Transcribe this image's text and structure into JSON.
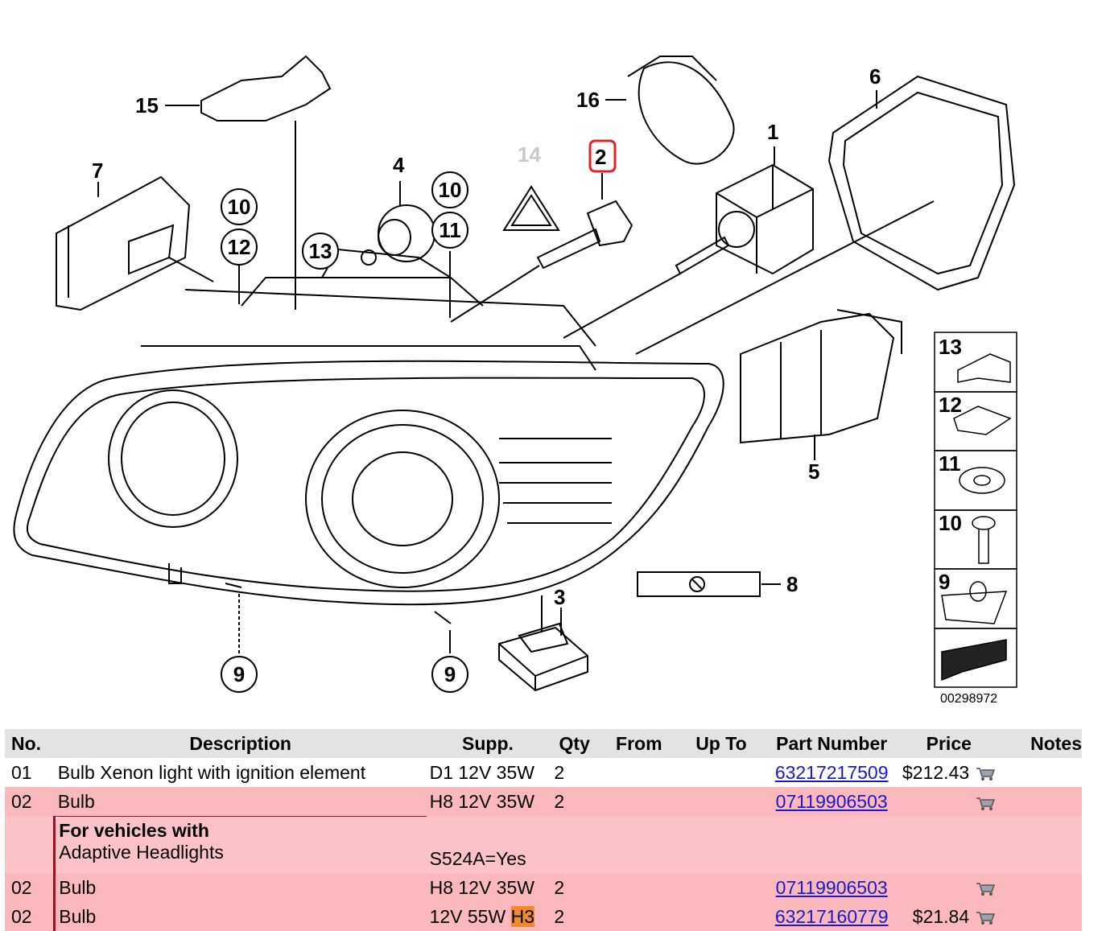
{
  "diagram": {
    "callouts": [
      "15",
      "16",
      "7",
      "4",
      "10",
      "11",
      "14",
      "2",
      "1",
      "6",
      "10",
      "12",
      "13",
      "5",
      "8",
      "3",
      "9",
      "9"
    ],
    "label_15": "15",
    "label_16": "16",
    "label_7": "7",
    "label_4": "4",
    "label_14": "14",
    "label_2": "2",
    "label_1": "1",
    "label_6": "6",
    "label_5": "5",
    "label_8": "8",
    "label_3": "3",
    "circle_10a": "10",
    "circle_11": "11",
    "circle_10b": "10",
    "circle_12": "12",
    "circle_13": "13",
    "circle_9a": "9",
    "circle_9b": "9",
    "legend": {
      "items": [
        "13",
        "12",
        "11",
        "10",
        "9"
      ]
    },
    "diagram_number": "00298972",
    "highlight_color": "#e0202a"
  },
  "table": {
    "headers": [
      "No.",
      "Description",
      "Supp.",
      "Qty",
      "From",
      "Up To",
      "Part Number",
      "Price",
      "Notes"
    ],
    "rows": [
      {
        "no": "01",
        "desc": "Bulb Xenon light with ignition element",
        "supp": "D1 12V 35W",
        "qty": "2",
        "part": "63217217509",
        "price": "$212.43"
      },
      {
        "no": "02",
        "desc": "Bulb",
        "supp": "H8 12V 35W",
        "qty": "2",
        "part": "07119906503",
        "price": ""
      },
      {
        "note_title": "For vehicles with",
        "note_text": "Adaptive Headlights",
        "supp": "S524A=Yes"
      },
      {
        "no": "02",
        "desc": "Bulb",
        "supp": "H8 12V 35W",
        "qty": "2",
        "part": "07119906503",
        "price": ""
      },
      {
        "no": "02",
        "desc": "Bulb",
        "supp_a": "12V 55W ",
        "supp_b": "H3",
        "qty": "2",
        "part": "63217160779",
        "price": "$21.84"
      }
    ],
    "row_highlight_color": "#fbb9bd",
    "search_highlight_color": "#f28a2c"
  }
}
